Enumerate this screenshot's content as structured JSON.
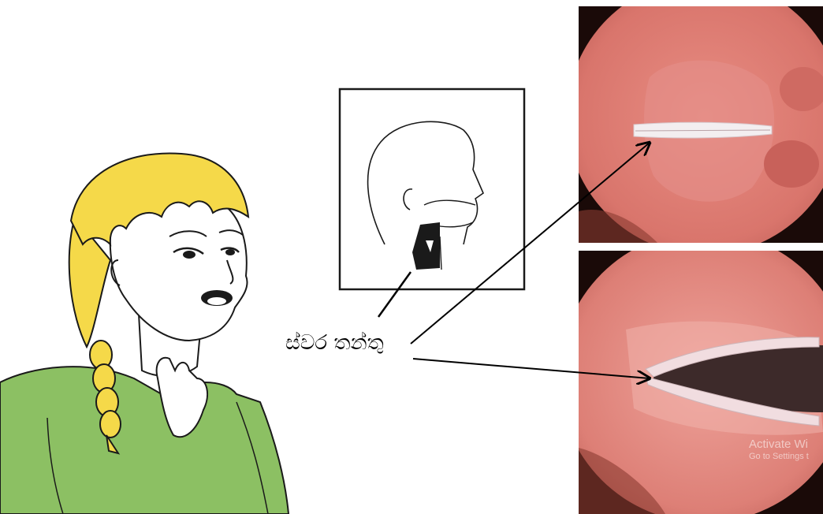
{
  "label": {
    "text": "ස්වර තන්තු"
  },
  "watermark": {
    "line1": "Activate Wi",
    "line2": "Go to Settings t"
  },
  "colors": {
    "hair": "#f5d949",
    "shirt": "#8cc063",
    "skin": "#ffffff",
    "tissue": "#d9756c",
    "dark_tissue": "#8a3b30",
    "vocal_cord": "#f3eef0",
    "glottis": "#3d2a2a"
  },
  "icons": [
    "girl-illustration",
    "head-profile-diagram",
    "laryngoscope-closed-cords",
    "laryngoscope-open-cords"
  ]
}
